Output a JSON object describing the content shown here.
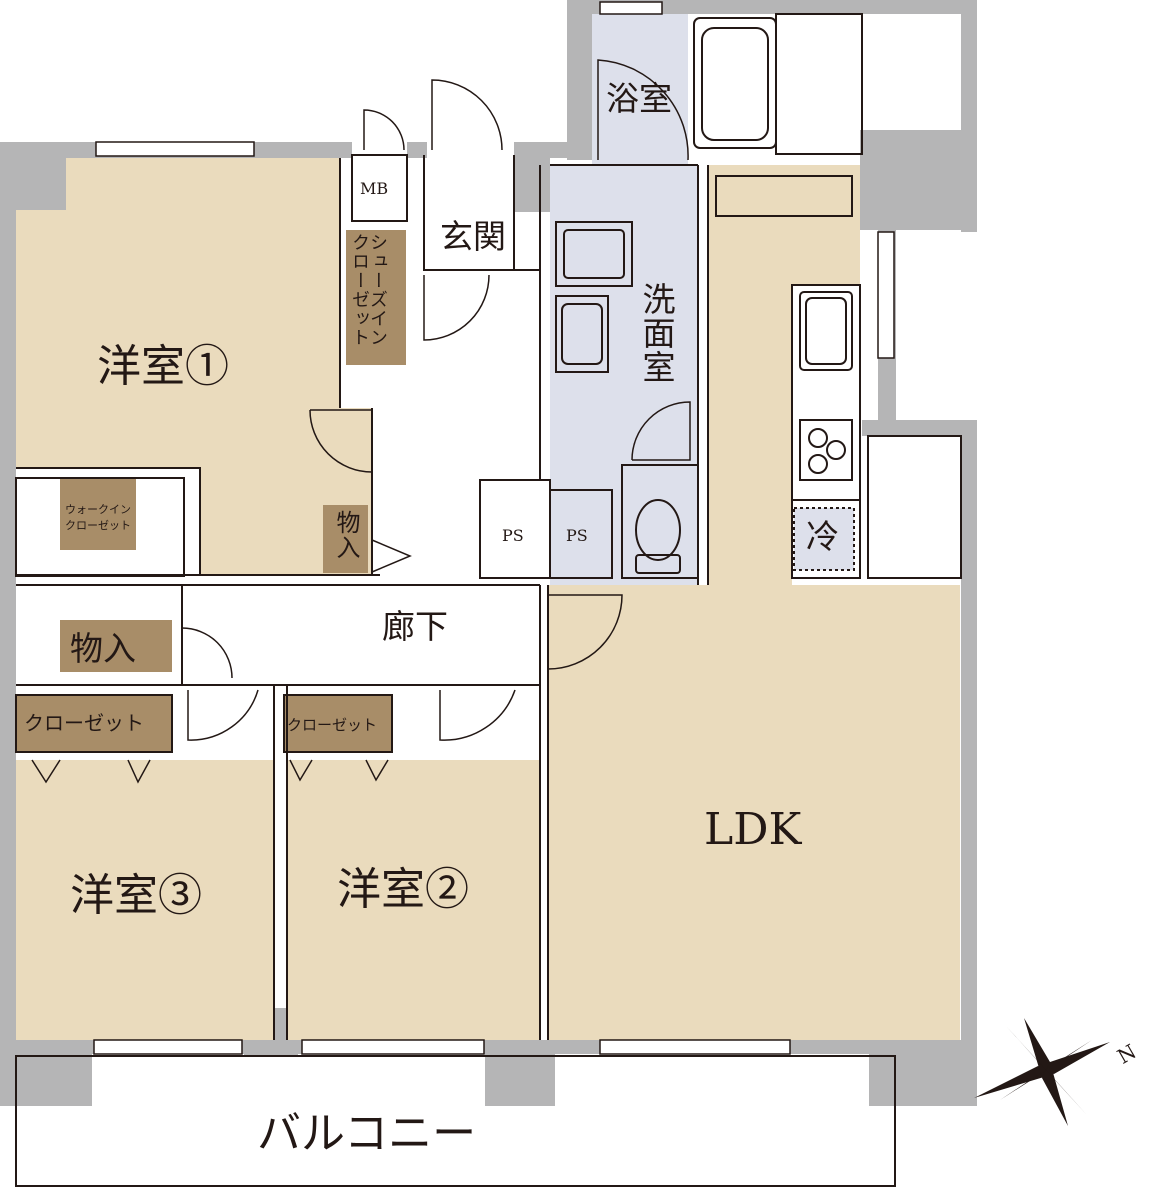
{
  "rooms": {
    "western1": "洋室①",
    "western2": "洋室②",
    "western3": "洋室③",
    "ldk": "LDK",
    "bathroom": "浴室",
    "washroom": "洗面室",
    "entrance": "玄関",
    "corridor": "廊下",
    "balcony": "バルコニー",
    "mb": "MB",
    "ps1": "PS",
    "ps2": "PS",
    "fridge": "冷",
    "shoes_in_closet": "シューズインクローゼット",
    "walk_in_closet": "ウォークインクローゼット",
    "storage1": "物入",
    "storage2": "物入",
    "closet3": "クローゼット",
    "closet2": "クローゼット"
  },
  "compass": {
    "north_label": "N"
  },
  "colors": {
    "wall": "#b5b5b6",
    "floor_room": "#eadbbd",
    "wet_area": "#dde0eb",
    "storage": "#a88d68",
    "line": "#231815"
  }
}
